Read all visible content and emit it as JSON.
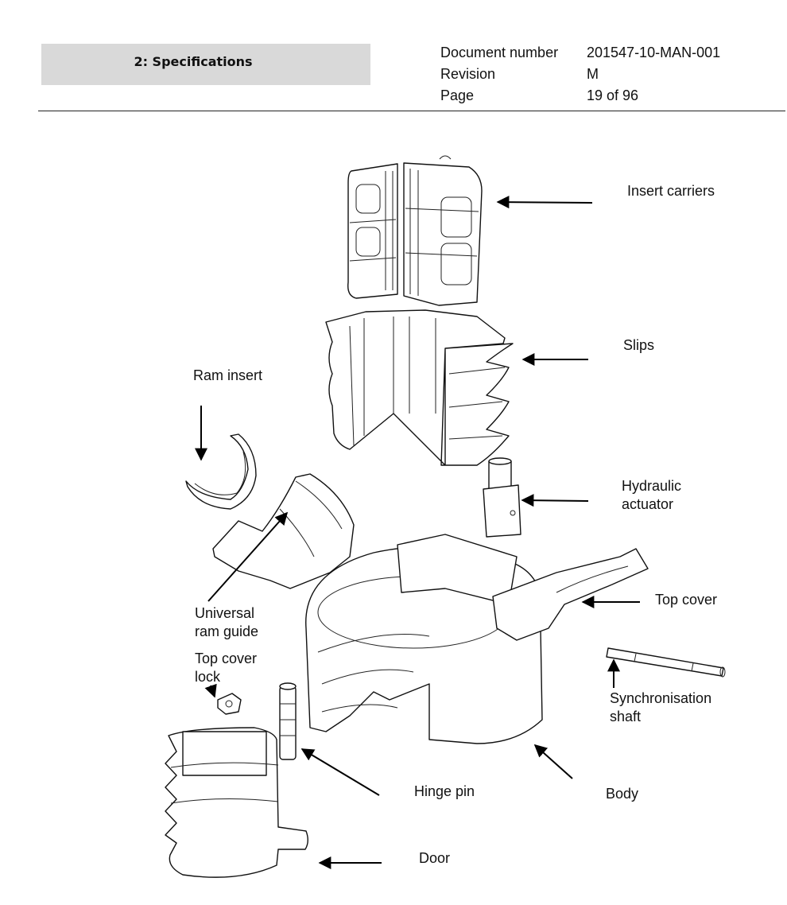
{
  "header": {
    "section_title": "2: Specifications",
    "document_number_label": "Document number",
    "document_number": "201547-10-MAN-001",
    "revision_label": "Revision",
    "revision": "M",
    "page_label": "Page",
    "page": "19 of 96"
  },
  "figure": {
    "labels": {
      "insert_carriers": "Insert carriers",
      "slips": "Slips",
      "ram_insert": "Ram insert",
      "hydraulic_actuator": "Hydraulic\nactuator",
      "top_cover": "Top cover",
      "universal_ram_guide": "Universal\nram guide",
      "top_cover_lock": "Top cover\nlock",
      "synchronisation_shaft": "Synchronisation\nshaft",
      "hinge_pin": "Hinge pin",
      "body": "Body",
      "door": "Door"
    }
  }
}
